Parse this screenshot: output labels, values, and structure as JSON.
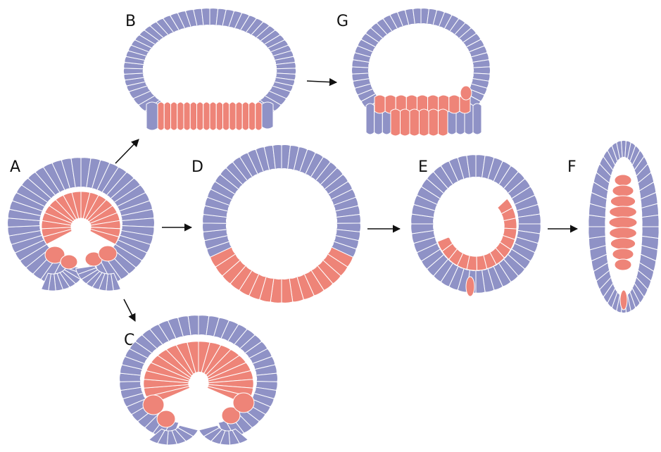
{
  "colors": {
    "ectoderm": "#8f92c6",
    "endoderm": "#ee8478",
    "cell_border": "#ffffff",
    "arrow": "#111111",
    "label": "#111111"
  },
  "panels": {
    "a": {
      "label": "A"
    },
    "b": {
      "label": "B"
    },
    "c": {
      "label": "C"
    },
    "d": {
      "label": "D"
    },
    "e": {
      "label": "E"
    },
    "f": {
      "label": "F"
    },
    "g": {
      "label": "G"
    }
  }
}
